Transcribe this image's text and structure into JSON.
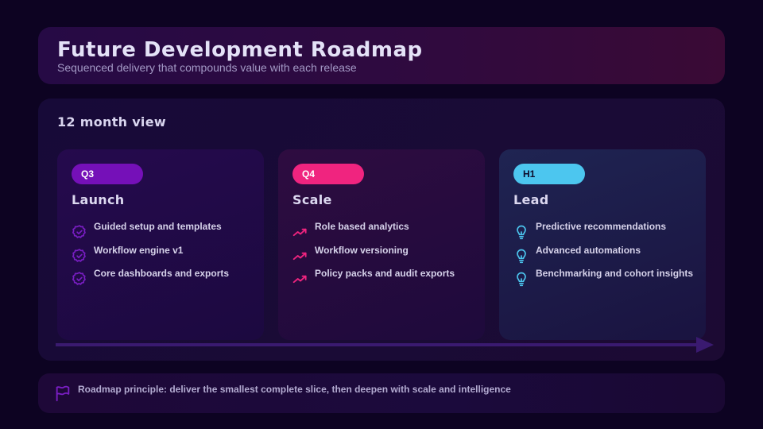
{
  "header": {
    "title": "Future Development Roadmap",
    "subtitle": "Sequenced delivery that compounds value with each release"
  },
  "main": {
    "section_title": "12 month view",
    "phases": [
      {
        "badge": "Q3",
        "title": "Launch",
        "icon": "check-badge-icon",
        "accent": "#7510b8",
        "items": [
          "Guided setup and templates",
          "Workflow engine v1",
          "Core dashboards and exports"
        ]
      },
      {
        "badge": "Q4",
        "title": "Scale",
        "icon": "trending-up-icon",
        "accent": "#f0247f",
        "items": [
          "Role based analytics",
          "Workflow versioning",
          "Policy packs and audit exports"
        ]
      },
      {
        "badge": "H1",
        "title": "Lead",
        "icon": "lightbulb-icon",
        "accent": "#4cc6ef",
        "items": [
          "Predictive recommendations",
          "Advanced automations",
          "Benchmarking and cohort insights"
        ]
      }
    ]
  },
  "footer": {
    "icon": "flag-icon",
    "text": "Roadmap principle: deliver the smallest complete slice, then deepen with scale and intelligence"
  },
  "colors": {
    "background": "#0d0322",
    "purple": "#7510b8",
    "pink": "#f0247f",
    "cyan": "#4cc6ef",
    "text": "#e4e2f7"
  }
}
